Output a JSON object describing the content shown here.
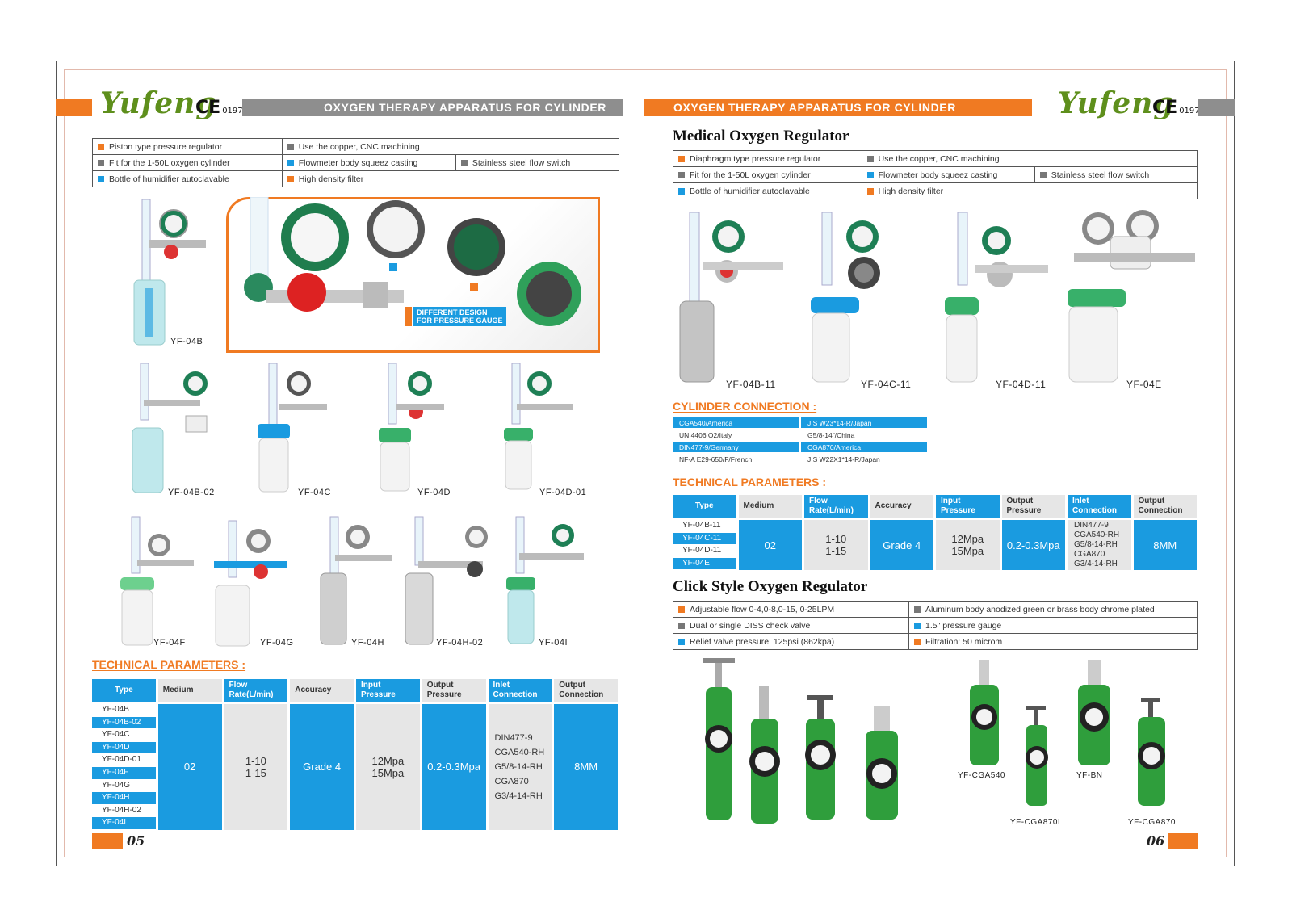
{
  "left_page": {
    "logo": "Yufeng",
    "ce_mark": "CE",
    "ce_number": "0197",
    "banner_title": "OXYGEN THERAPY APPARATUS FOR CYLINDER",
    "features": [
      [
        "Piston type pressure regulator",
        "Use the copper, CNC machining",
        ""
      ],
      [
        "Fit for the 1-50L oxygen cylinder",
        "Flowmeter body squeez casting",
        "Stainless steel flow switch"
      ],
      [
        "Bottle of humidifier autoclavable",
        "High density filter",
        ""
      ]
    ],
    "gauge_callout": "DIFFERENT DESIGN\nFOR PRESSURE GAUGE",
    "products": [
      "YF-04B",
      "YF-04B-02",
      "YF-04C",
      "YF-04D",
      "YF-04D-01",
      "YF-04F",
      "YF-04G",
      "YF-04H",
      "YF-04H-02",
      "YF-04I"
    ],
    "tech_title": "TECHNICAL PARAMETERS :",
    "table": {
      "headers": [
        "Type",
        "Medium",
        "Flow Rate(L/min)",
        "Accuracy",
        "Input Pressure",
        "Output Pressure",
        "Inlet Connection",
        "Output Connection"
      ],
      "types": [
        "YF-04B",
        "YF-04B-02",
        "YF-04C",
        "YF-04D",
        "YF-04D-01",
        "YF-04F",
        "YF-04G",
        "YF-04H",
        "YF-04H-02",
        "YF-04I"
      ],
      "medium": "02",
      "flow": "1-10\n1-15",
      "accuracy": "Grade 4",
      "input": "12Mpa\n15Mpa",
      "output": "0.2-0.3Mpa",
      "inlet": [
        "DIN477-9",
        "CGA540-RH",
        "G5/8-14-RH",
        "CGA870",
        "G3/4-14-RH"
      ],
      "output_conn": "8MM"
    },
    "page_number": "05"
  },
  "right_page": {
    "logo": "Yufeng",
    "ce_mark": "CE",
    "ce_number": "0197",
    "banner_title": "OXYGEN THERAPY APPARATUS FOR CYLINDER",
    "heading1": "Medical Oxygen Regulator",
    "features1": [
      [
        "Diaphragm type pressure regulator",
        "Use the copper, CNC machining",
        ""
      ],
      [
        "Fit for the 1-50L oxygen cylinder",
        "Flowmeter body squeez casting",
        "Stainless steel flow switch"
      ],
      [
        "Bottle of humidifier autoclavable",
        "High density filter",
        ""
      ]
    ],
    "products1": [
      "YF-04B-11",
      "YF-04C-11",
      "YF-04D-11",
      "YF-04E"
    ],
    "cyl_title": "CYLINDER  CONNECTION :",
    "connections": [
      [
        "CGA540/America",
        "JIS W23*14-R/Japan"
      ],
      [
        "UNI4406 O2/Italy",
        "G5/8-14\"/China"
      ],
      [
        "DIN477-9/Germany",
        "CGA870/America"
      ],
      [
        "NF-A E29-650/F/French",
        "JIS W22X1*14-R/Japan"
      ]
    ],
    "tech_title": "TECHNICAL PARAMETERS :",
    "table": {
      "headers": [
        "Type",
        "Medium",
        "Flow Rate(L/min)",
        "Accuracy",
        "Input Pressure",
        "Output Pressure",
        "Inlet Connection",
        "Output Connection"
      ],
      "types": [
        "YF-04B-11",
        "YF-04C-11",
        "YF-04D-11",
        "YF-04E"
      ],
      "medium": "02",
      "flow": "1-10\n1-15",
      "accuracy": "Grade 4",
      "input": "12Mpa\n15Mpa",
      "output": "0.2-0.3Mpa",
      "inlet": [
        "DIN477-9",
        "CGA540-RH",
        "G5/8-14-RH",
        "CGA870",
        "G3/4-14-RH"
      ],
      "output_conn": "8MM"
    },
    "heading2": "Click Style Oxygen Regulator",
    "features2": [
      [
        "Adjustable flow 0-4,0-8,0-15, 0-25LPM",
        "Aluminum body anodized green or brass body chrome plated"
      ],
      [
        "Dual or single DISS check valve",
        "1.5\"   pressure gauge"
      ],
      [
        "Relief valve pressure: 125psi (862kpa)",
        "Filtration: 50 microm"
      ]
    ],
    "products2": [
      "YF-CGA540",
      "YF-CGA870L",
      "YF-BN",
      "YF-CGA870"
    ],
    "page_number": "06"
  },
  "colors": {
    "orange": "#f07a22",
    "blue": "#1a9be0",
    "grey": "#8e8e8e",
    "green": "#5e8f1c"
  }
}
